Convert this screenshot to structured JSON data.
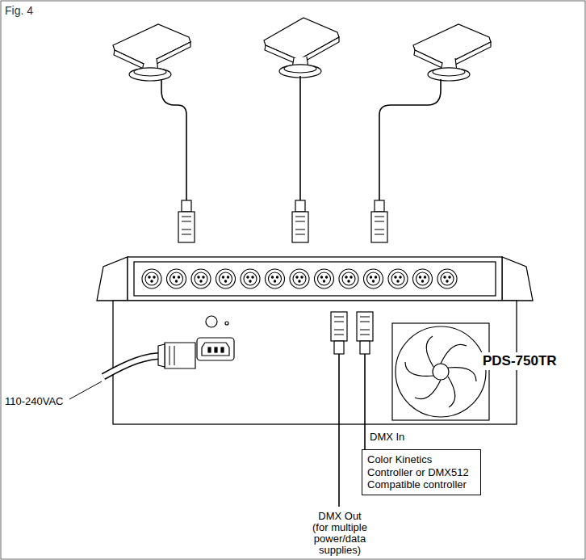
{
  "diagram": {
    "title": "Fig. 4",
    "nodes": [
      {
        "text": [
          "PDS-750TR"
        ]
      },
      {
        "text": [
          "Color Kinetics Controller or DMX512 Compatible controller"
        ]
      }
    ],
    "edges": [
      {
        "from": 0,
        "to": 1,
        "arrow": "none",
        "label": "DMX In"
      }
    ],
    "labels": [
      "110-240VAC",
      "DMX Out (for multiple power/data supplies)"
    ]
  }
}
